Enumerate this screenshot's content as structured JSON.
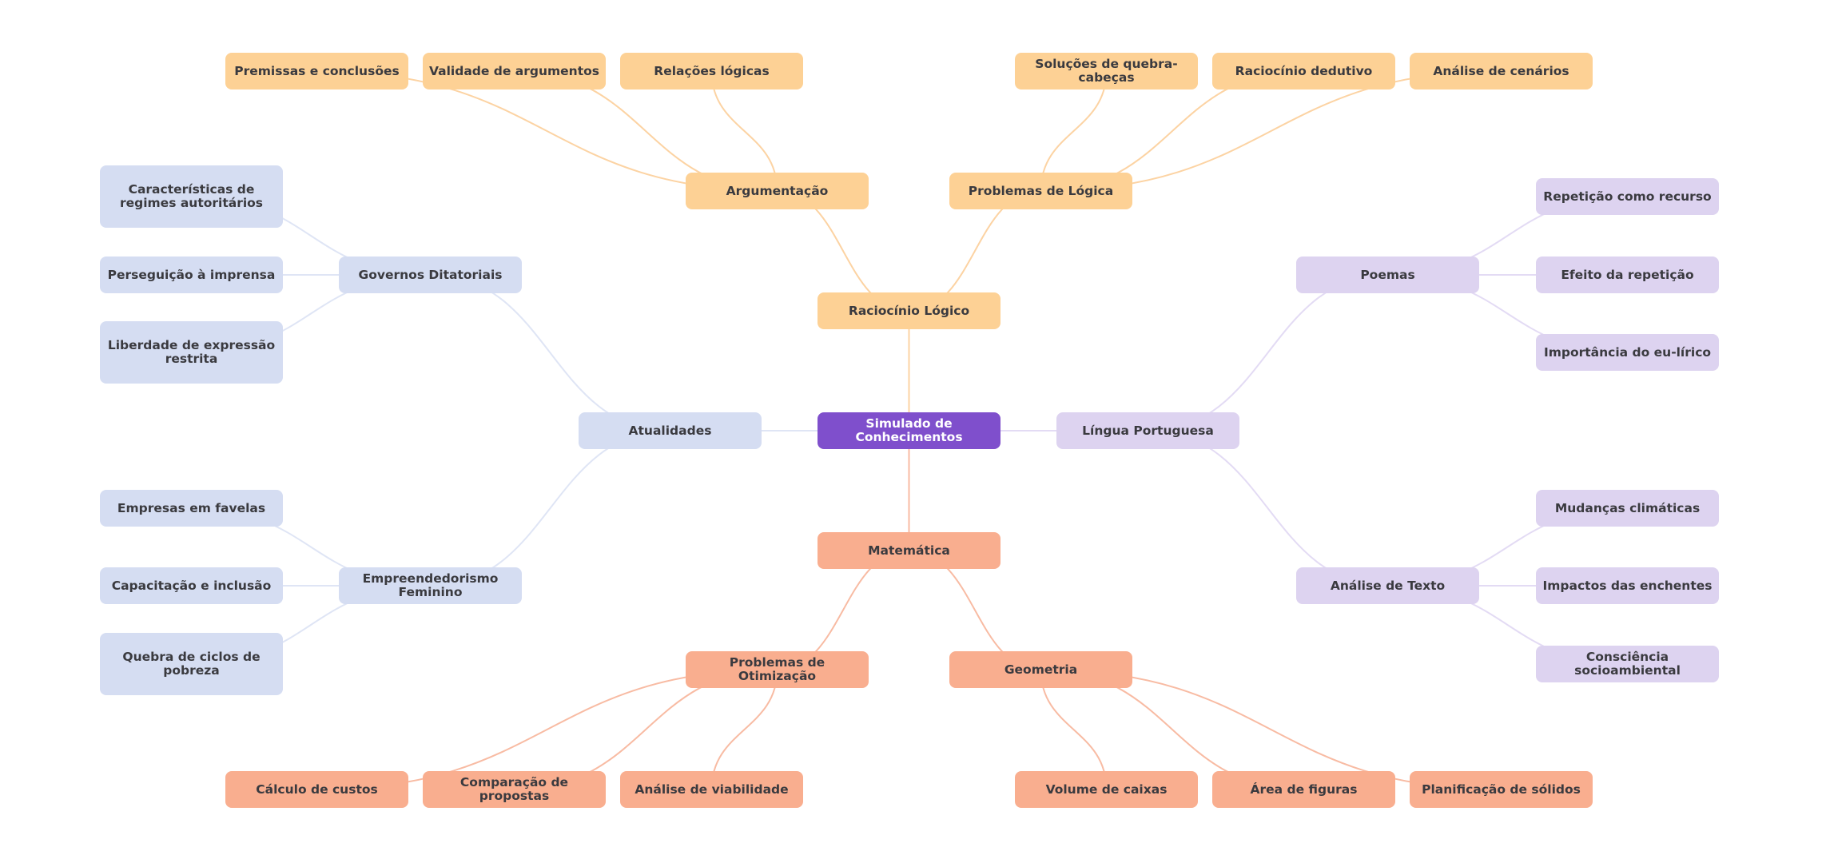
{
  "title": "Simulado de Conhecimentos",
  "colors": {
    "root": "#7f4fcc",
    "logico": "#fdd195",
    "logico_edge": "#fcd3a3",
    "matematica": "#f9ae8f",
    "matematica_edge": "#f8bba3",
    "atualidades": "#d5ddf2",
    "atualidades_edge": "#dfe5f5",
    "portugues": "#ddd3f0",
    "portugues_edge": "#e3dbf4"
  },
  "root": {
    "id": "root",
    "label": "Simulado de Conhecimentos"
  },
  "branches": [
    {
      "id": "logico",
      "label": "Raciocínio Lógico",
      "color": "logico",
      "children": [
        {
          "id": "argumentacao",
          "label": "Argumentação",
          "children": [
            {
              "id": "premissas",
              "label": "Premissas e conclusões"
            },
            {
              "id": "validade",
              "label": "Validade de argumentos"
            },
            {
              "id": "relacoes",
              "label": "Relações lógicas"
            }
          ]
        },
        {
          "id": "problemas-logica",
          "label": "Problemas de Lógica",
          "children": [
            {
              "id": "quebra-cabecas",
              "label": "Soluções de quebra-cabeças"
            },
            {
              "id": "dedutivo",
              "label": "Raciocínio dedutivo"
            },
            {
              "id": "cenarios",
              "label": "Análise de cenários"
            }
          ]
        }
      ]
    },
    {
      "id": "atualidades",
      "label": "Atualidades",
      "color": "atualidades",
      "children": [
        {
          "id": "governos",
          "label": "Governos Ditatoriais",
          "children": [
            {
              "id": "regimes",
              "label": "Características de regimes autoritários"
            },
            {
              "id": "imprensa",
              "label": "Perseguição à imprensa"
            },
            {
              "id": "expressao",
              "label": "Liberdade de expressão restrita"
            }
          ]
        },
        {
          "id": "empreendedorismo",
          "label": "Empreendedorismo Feminino",
          "children": [
            {
              "id": "favelas",
              "label": "Empresas em favelas"
            },
            {
              "id": "capacitacao",
              "label": "Capacitação e inclusão"
            },
            {
              "id": "pobreza",
              "label": "Quebra de ciclos de pobreza"
            }
          ]
        }
      ]
    },
    {
      "id": "portugues",
      "label": "Língua Portuguesa",
      "color": "portugues",
      "children": [
        {
          "id": "poemas",
          "label": "Poemas",
          "children": [
            {
              "id": "repeticao-recurso",
              "label": "Repetição como recurso"
            },
            {
              "id": "efeito-repeticao",
              "label": "Efeito da repetição"
            },
            {
              "id": "eu-lirico",
              "label": "Importância do eu-lírico"
            }
          ]
        },
        {
          "id": "analise-texto",
          "label": "Análise de Texto",
          "children": [
            {
              "id": "climaticas",
              "label": "Mudanças climáticas"
            },
            {
              "id": "enchentes",
              "label": "Impactos das enchentes"
            },
            {
              "id": "socioambiental",
              "label": "Consciência socioambiental"
            }
          ]
        }
      ]
    },
    {
      "id": "matematica",
      "label": "Matemática",
      "color": "matematica",
      "children": [
        {
          "id": "otimizacao",
          "label": "Problemas de Otimização",
          "children": [
            {
              "id": "custos",
              "label": "Cálculo de custos"
            },
            {
              "id": "propostas",
              "label": "Comparação de propostas"
            },
            {
              "id": "viabilidade",
              "label": "Análise de viabilidade"
            }
          ]
        },
        {
          "id": "geometria",
          "label": "Geometria",
          "children": [
            {
              "id": "volume",
              "label": "Volume de caixas"
            },
            {
              "id": "area",
              "label": "Área de figuras"
            },
            {
              "id": "planificacao",
              "label": "Planificação de sólidos"
            }
          ]
        }
      ]
    }
  ]
}
